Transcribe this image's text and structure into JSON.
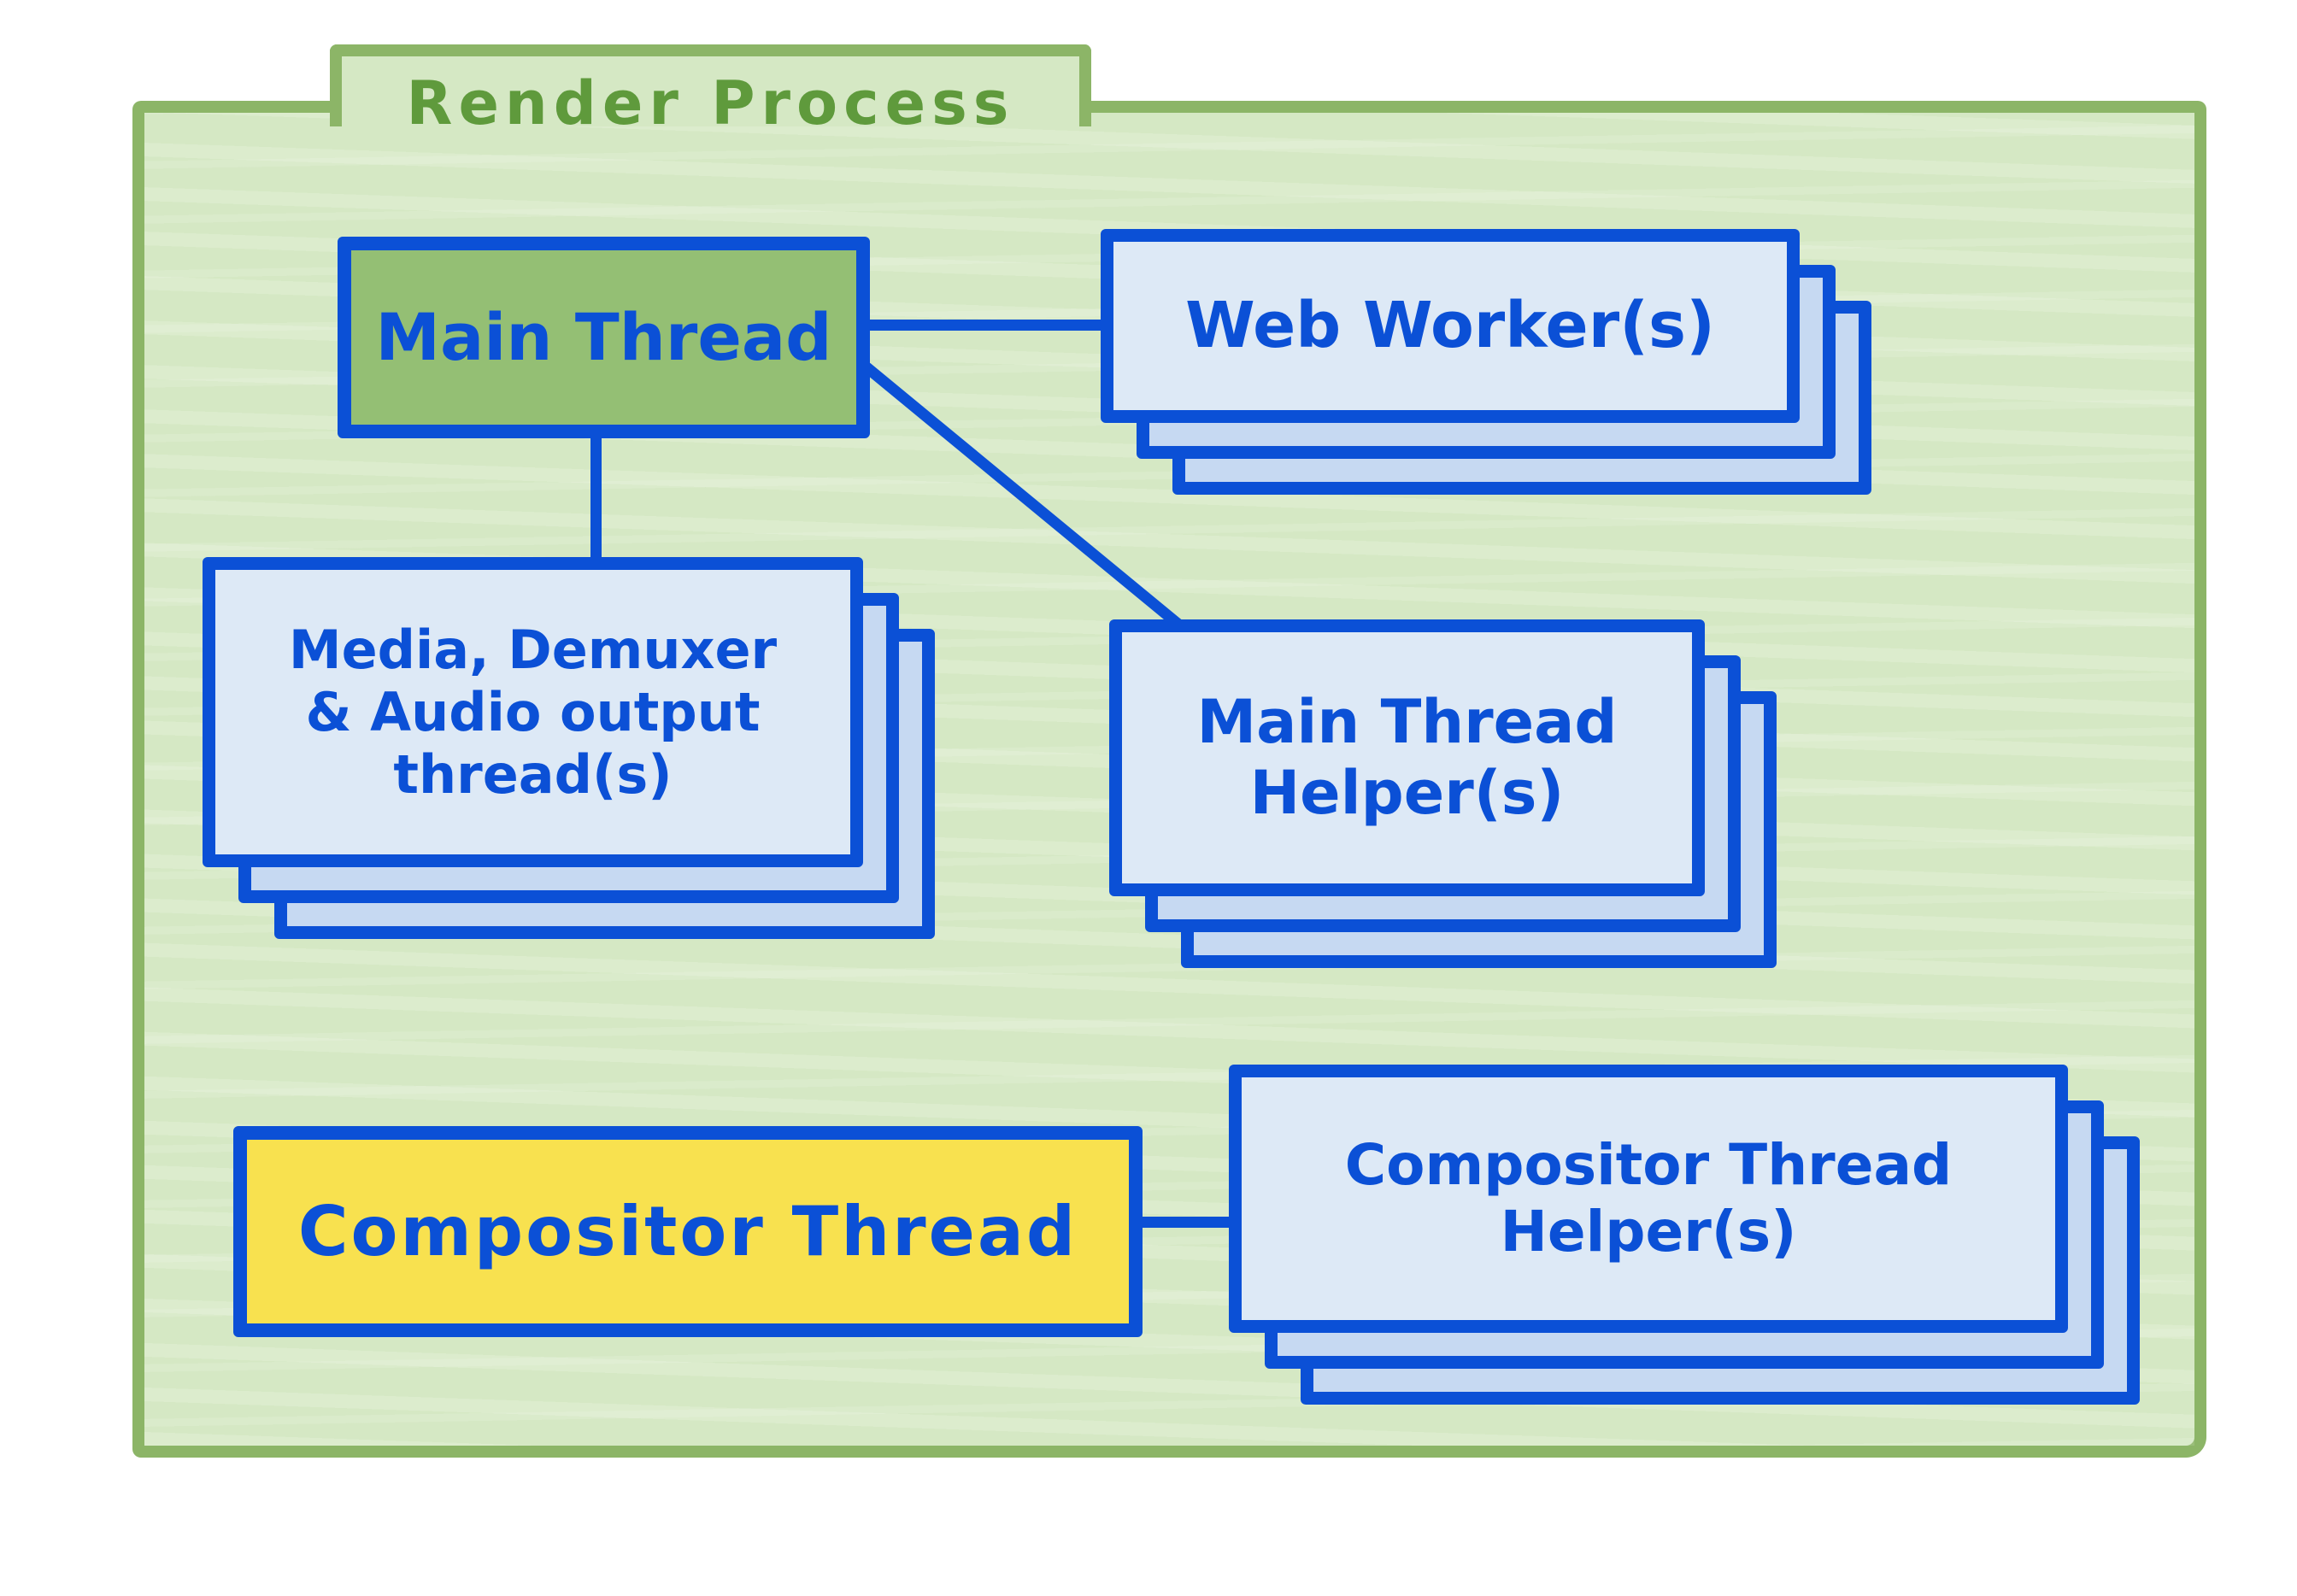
{
  "diagram": {
    "title": "Render Process",
    "nodes": {
      "main_thread": {
        "label": "Main Thread",
        "style": "solid-green"
      },
      "web_workers": {
        "label": "Web Worker(s)",
        "style": "stacked-cards"
      },
      "media_threads": {
        "lines": [
          "Media, Demuxer",
          "& Audio output",
          "thread(s)"
        ],
        "style": "stacked-cards"
      },
      "main_thread_helpers": {
        "lines": [
          "Main Thread",
          "Helper(s)"
        ],
        "style": "stacked-cards"
      },
      "compositor_thread": {
        "label": "Compositor Thread",
        "style": "solid-yellow"
      },
      "compositor_thread_helpers": {
        "lines": [
          "Compositor Thread",
          "Helper(s)"
        ],
        "style": "stacked-cards"
      }
    },
    "connections": [
      {
        "from": "main_thread",
        "to": "web_workers"
      },
      {
        "from": "main_thread",
        "to": "media_threads"
      },
      {
        "from": "main_thread",
        "to": "main_thread_helpers"
      },
      {
        "from": "compositor_thread",
        "to": "compositor_thread_helpers"
      }
    ],
    "colors": {
      "background": "#ffffff",
      "folder_fill": "#d5e8c4",
      "folder_border": "#8cb567",
      "title_text": "#5f9a3c",
      "node_border_and_text": "#0b50d6",
      "card_front_fill": "#dde9f6",
      "card_back_fill": "#c6d9f2",
      "main_thread_fill": "#94bf74",
      "compositor_fill": "#f8e14f"
    }
  }
}
